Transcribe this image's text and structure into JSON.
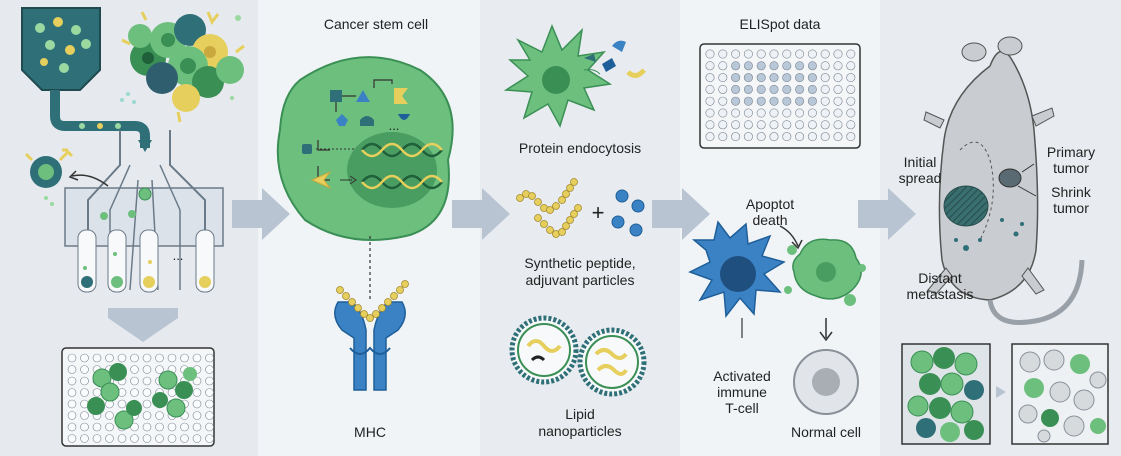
{
  "labels": {
    "cancer_stem_cell": "Cancer stem cell",
    "mhc": "MHC",
    "protein_endocytosis": "Protein endocytosis",
    "synthetic_peptide_1": "Synthetic peptide,",
    "synthetic_peptide_2": "adjuvant particles",
    "lipid_1": "Lipid",
    "lipid_2": "nanoparticles",
    "elispot": "ELISpot data",
    "apoptot_1": "Apoptot",
    "apoptot_2": "death",
    "activated_1": "Activated",
    "activated_2": "immune",
    "activated_3": "T-cell",
    "normal_cell": "Normal cell",
    "initial_1": "Initial",
    "initial_2": "spread",
    "primary_1": "Primary",
    "primary_2": "tumor",
    "shrink_1": "Shrink",
    "shrink_2": "tumor",
    "distant_1": "Distant",
    "distant_2": "metastasis"
  },
  "symbols": {
    "plus": "+",
    "ellipsis_stem": "...",
    "ellipsis_channels": "..."
  },
  "colors": {
    "bg": "#e9edf1",
    "panel_light": "#f1f4f7",
    "cell_green": "#6dbf7e",
    "cell_green_dark": "#3a8f55",
    "teal": "#2f6f78",
    "blue": "#3b82c4",
    "blue_dark": "#1f5f99",
    "yellow": "#e6cf5c",
    "gray_mouse": "#c9ccd0",
    "arrow": "#b8c4d2"
  },
  "icons": {
    "arrow": "chevron-right-arrow",
    "dna": "dna-helix-icon",
    "mouse": "mouse-icon"
  }
}
